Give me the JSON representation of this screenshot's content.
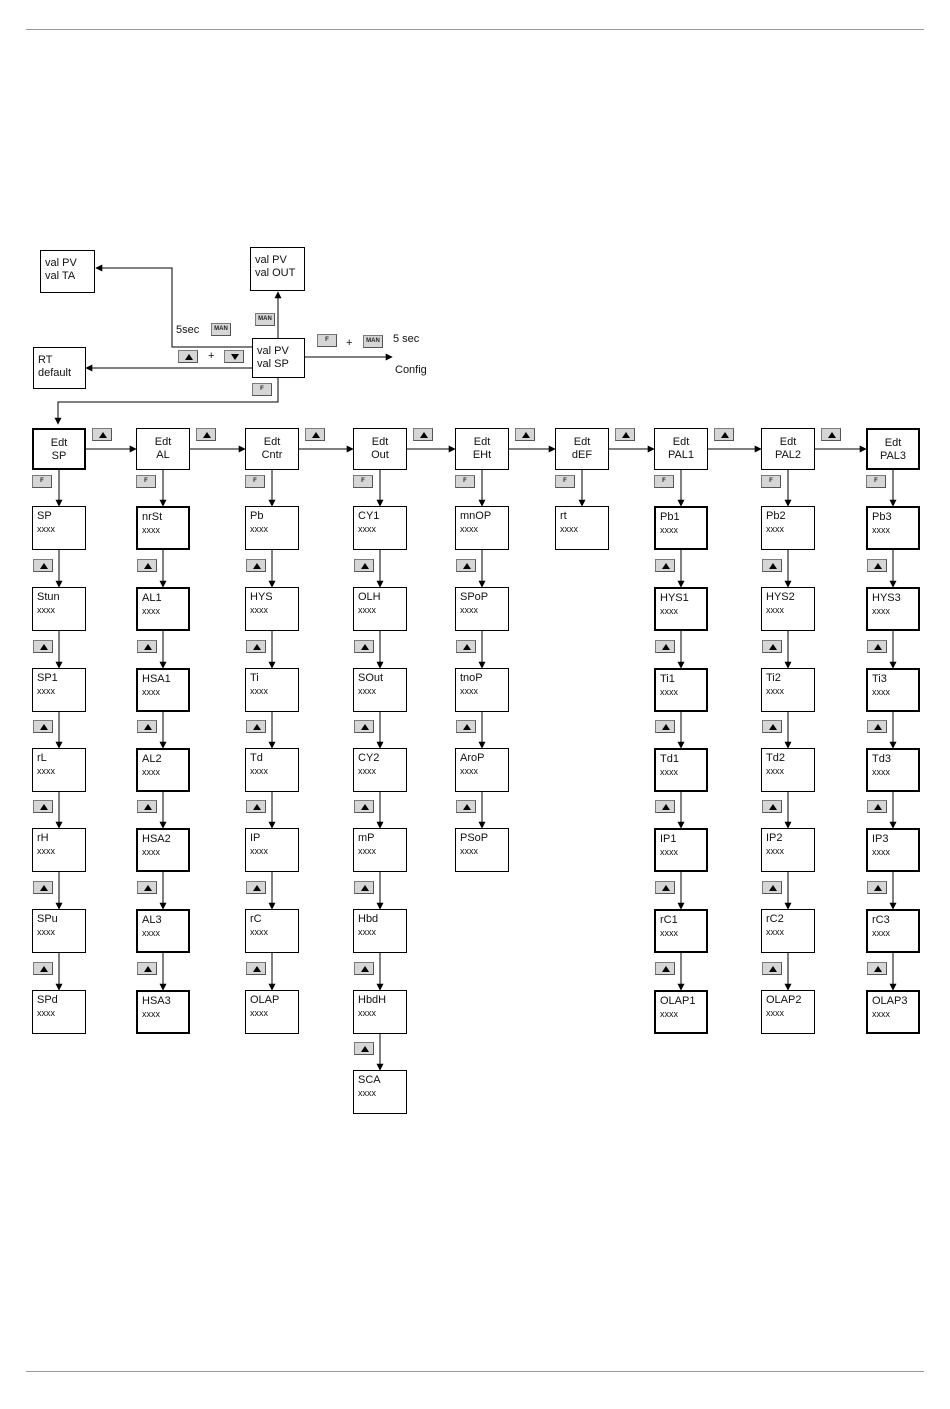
{
  "labels": {
    "five_sec_left": "5sec",
    "plus_left": "+",
    "plus_right": "+",
    "five_sec_right": "5 sec",
    "config": "Config"
  },
  "buttons": {
    "up": "up-arrow-icon",
    "down": "down-arrow-icon",
    "man": "MAN",
    "f": "F"
  },
  "top_nodes": {
    "val_pv_ta": [
      "val PV",
      "val TA"
    ],
    "val_pv_out": [
      "val PV",
      "val OUT"
    ],
    "val_pv_sp": [
      "val PV",
      "val SP"
    ],
    "rt_default": [
      "RT",
      "default"
    ]
  },
  "value_placeholder": "xxxx",
  "columns": [
    {
      "head": [
        "Edt",
        "SP"
      ],
      "items": [
        "SP",
        "Stun",
        "SP1",
        "rL",
        "rH",
        "SPu",
        "SPd"
      ]
    },
    {
      "head": [
        "Edt",
        "AL"
      ],
      "items": [
        "nrSt",
        "AL1",
        "HSA1",
        "AL2",
        "HSA2",
        "AL3",
        "HSA3"
      ]
    },
    {
      "head": [
        "Edt",
        "Cntr"
      ],
      "items": [
        "Pb",
        "HYS",
        "Ti",
        "Td",
        "IP",
        "rC",
        "OLAP"
      ]
    },
    {
      "head": [
        "Edt",
        "Out"
      ],
      "items": [
        "CY1",
        "OLH",
        "SOut",
        "CY2",
        "mP",
        "Hbd",
        "HbdH",
        "SCA"
      ]
    },
    {
      "head": [
        "Edt",
        "EHt"
      ],
      "items": [
        "mnOP",
        "SPoP",
        "tnoP",
        "AroP",
        "PSoP"
      ]
    },
    {
      "head": [
        "Edt",
        "dEF"
      ],
      "items": [
        "rt"
      ]
    },
    {
      "head": [
        "Edt",
        "PAL1"
      ],
      "items": [
        "Pb1",
        "HYS1",
        "Ti1",
        "Td1",
        "IP1",
        "rC1",
        "OLAP1"
      ]
    },
    {
      "head": [
        "Edt",
        "PAL2"
      ],
      "items": [
        "Pb2",
        "HYS2",
        "Ti2",
        "Td2",
        "IP2",
        "rC2",
        "OLAP2"
      ]
    },
    {
      "head": [
        "Edt",
        "PAL3"
      ],
      "items": [
        "Pb3",
        "HYS3",
        "Ti3",
        "Td3",
        "IP3",
        "rC3",
        "OLAP3"
      ]
    }
  ]
}
